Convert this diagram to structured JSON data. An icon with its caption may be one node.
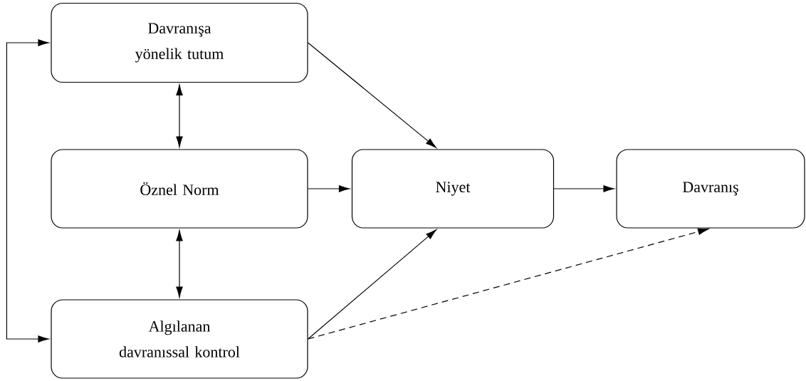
{
  "diagram": {
    "nodes": [
      {
        "text": [
          "Davranışa yönelik tutum"
        ]
      },
      {
        "text": [
          "Öznel Norm"
        ]
      },
      {
        "text": [
          "Algılanan davranıssal kontrol"
        ]
      },
      {
        "text": [
          "Niyet"
        ]
      },
      {
        "text": [
          "Davranış"
        ]
      }
    ],
    "edges": [
      {
        "from": 0,
        "to": 1,
        "arrow": "both"
      },
      {
        "from": 1,
        "to": 2,
        "arrow": "both"
      },
      {
        "from": 2,
        "to": 0,
        "arrow": "both"
      },
      {
        "from": 0,
        "to": 3,
        "arrow": "to"
      },
      {
        "from": 1,
        "to": 3,
        "arrow": "to"
      },
      {
        "from": 2,
        "to": 3,
        "arrow": "to"
      },
      {
        "from": 3,
        "to": 4,
        "arrow": "to"
      },
      {
        "from": 2,
        "to": 4,
        "arrow": "to",
        "style": "dashed"
      }
    ]
  }
}
